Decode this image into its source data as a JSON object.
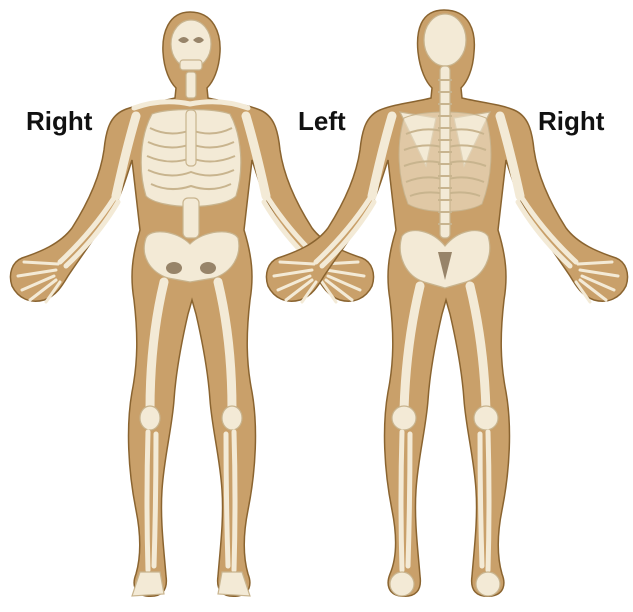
{
  "labels": {
    "front_right": "Right",
    "middle_left": "Left",
    "back_right": "Right"
  },
  "colors": {
    "skin": "#c9a06a",
    "skin_outline": "#8a6430",
    "bone": "#f3ead6",
    "bone_shadow": "#c8b48e",
    "dark": "#5a4020"
  }
}
